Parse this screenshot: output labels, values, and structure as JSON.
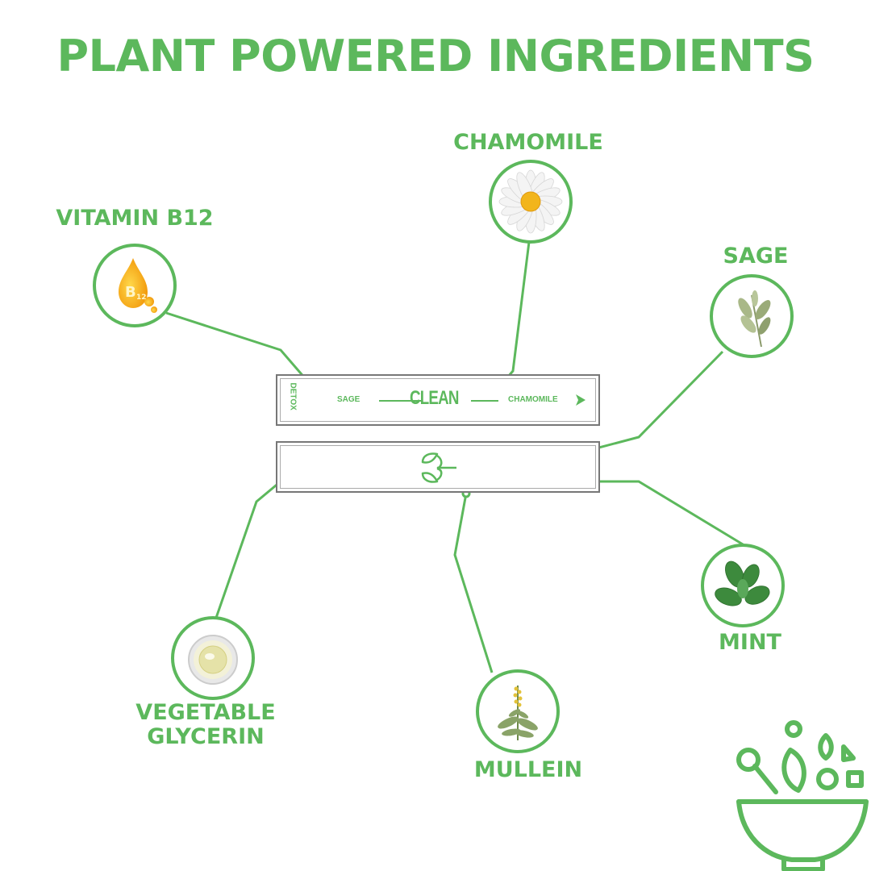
{
  "title": "PLANT POWERED INGREDIENTS",
  "ingredients": {
    "chamomile": "CHAMOMILE",
    "vitamin_b12": "VITAMIN B12",
    "sage": "SAGE",
    "mint": "MINT",
    "vegetable_glycerin_line1": "VEGETABLE",
    "vegetable_glycerin_line2": "GLYCERIN",
    "mullein": "MULLEIN"
  },
  "stick_top": {
    "side_label": "DETOX",
    "left_label": "SAGE",
    "center_label": "CLEAN",
    "right_label": "CHAMOMILE"
  },
  "colors": {
    "accent": "#5cb85c"
  },
  "icons": [
    "b12-drop-icon",
    "chamomile-flower-icon",
    "sage-sprig-icon",
    "mint-leaf-icon",
    "glycerin-dish-icon",
    "mullein-plant-icon",
    "lungs-leaf-icon",
    "salad-bowl-icon"
  ]
}
